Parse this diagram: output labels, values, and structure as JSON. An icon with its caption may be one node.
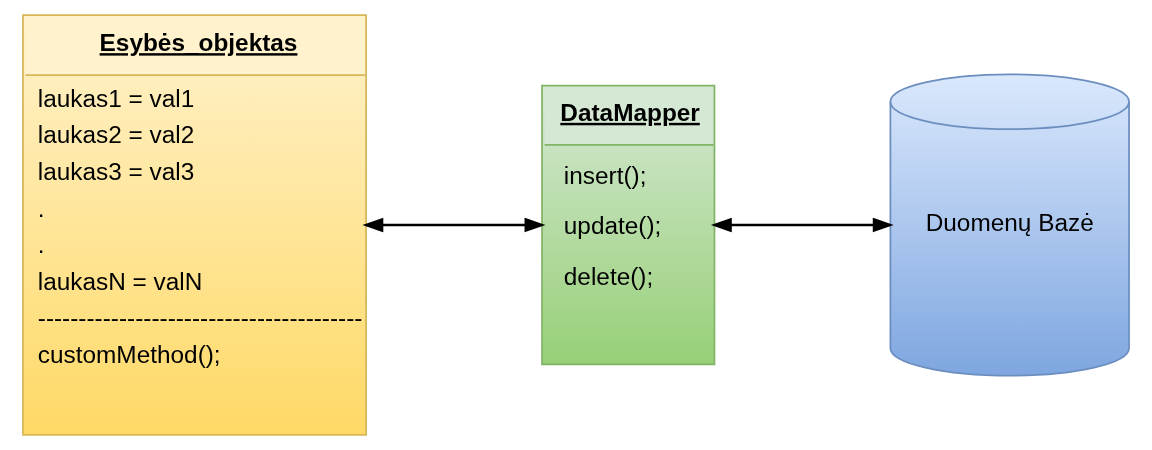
{
  "diagram": {
    "nodes": [
      {
        "text": [
          "Esybės_objektas",
          "laukas1 = val1",
          "laukas2 = val2",
          "laukas3 = val3",
          ".",
          ".",
          "laukasN = valN",
          "----------------------------------------",
          "customMethod();"
        ]
      },
      {
        "text": [
          "DataMapper",
          "insert();",
          "update();",
          "delete();"
        ]
      },
      {
        "text": [
          "Duomenų Bazė"
        ]
      }
    ],
    "edges": [
      {
        "from": 0,
        "to": 1,
        "arrow": "both"
      },
      {
        "from": 1,
        "to": 2,
        "arrow": "both"
      }
    ]
  }
}
